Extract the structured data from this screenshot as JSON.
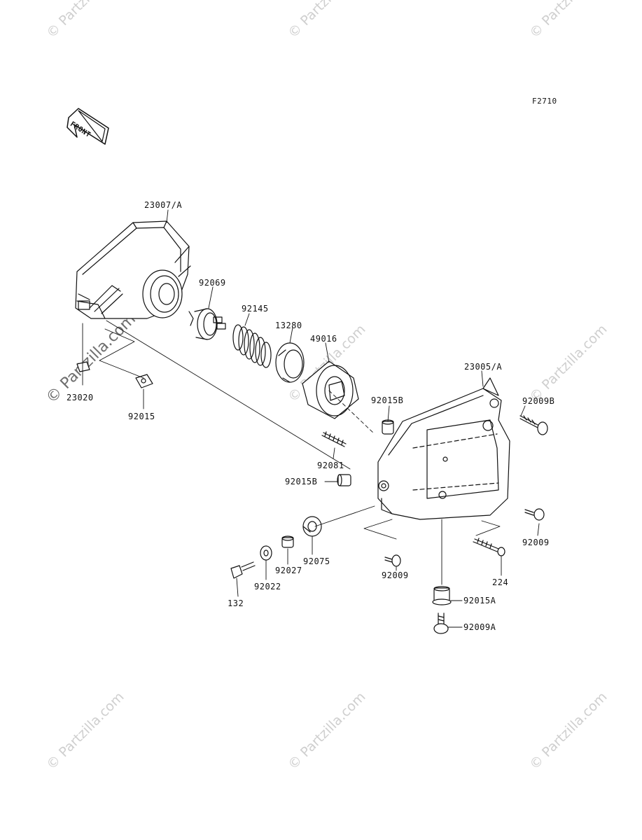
{
  "figure_code": "F2710",
  "front_label": "FRONT",
  "watermark": "© Partzilla.com",
  "parts": {
    "p23007A": "23007/A",
    "p92069": "92069",
    "p92145": "92145",
    "p13280": "13280",
    "p49016": "49016",
    "p23020": "23020",
    "p92015": "92015",
    "p23005A": "23005/A",
    "p92009B": "92009B",
    "p92015B_top": "92015B",
    "p92081": "92081",
    "p92015B_left": "92015B",
    "p92075": "92075",
    "p92027": "92027",
    "p92022": "92022",
    "p132": "132",
    "p92009_mid": "92009",
    "p92009_right": "92009",
    "p224": "224",
    "p92015A": "92015A",
    "p92009A": "92009A"
  }
}
